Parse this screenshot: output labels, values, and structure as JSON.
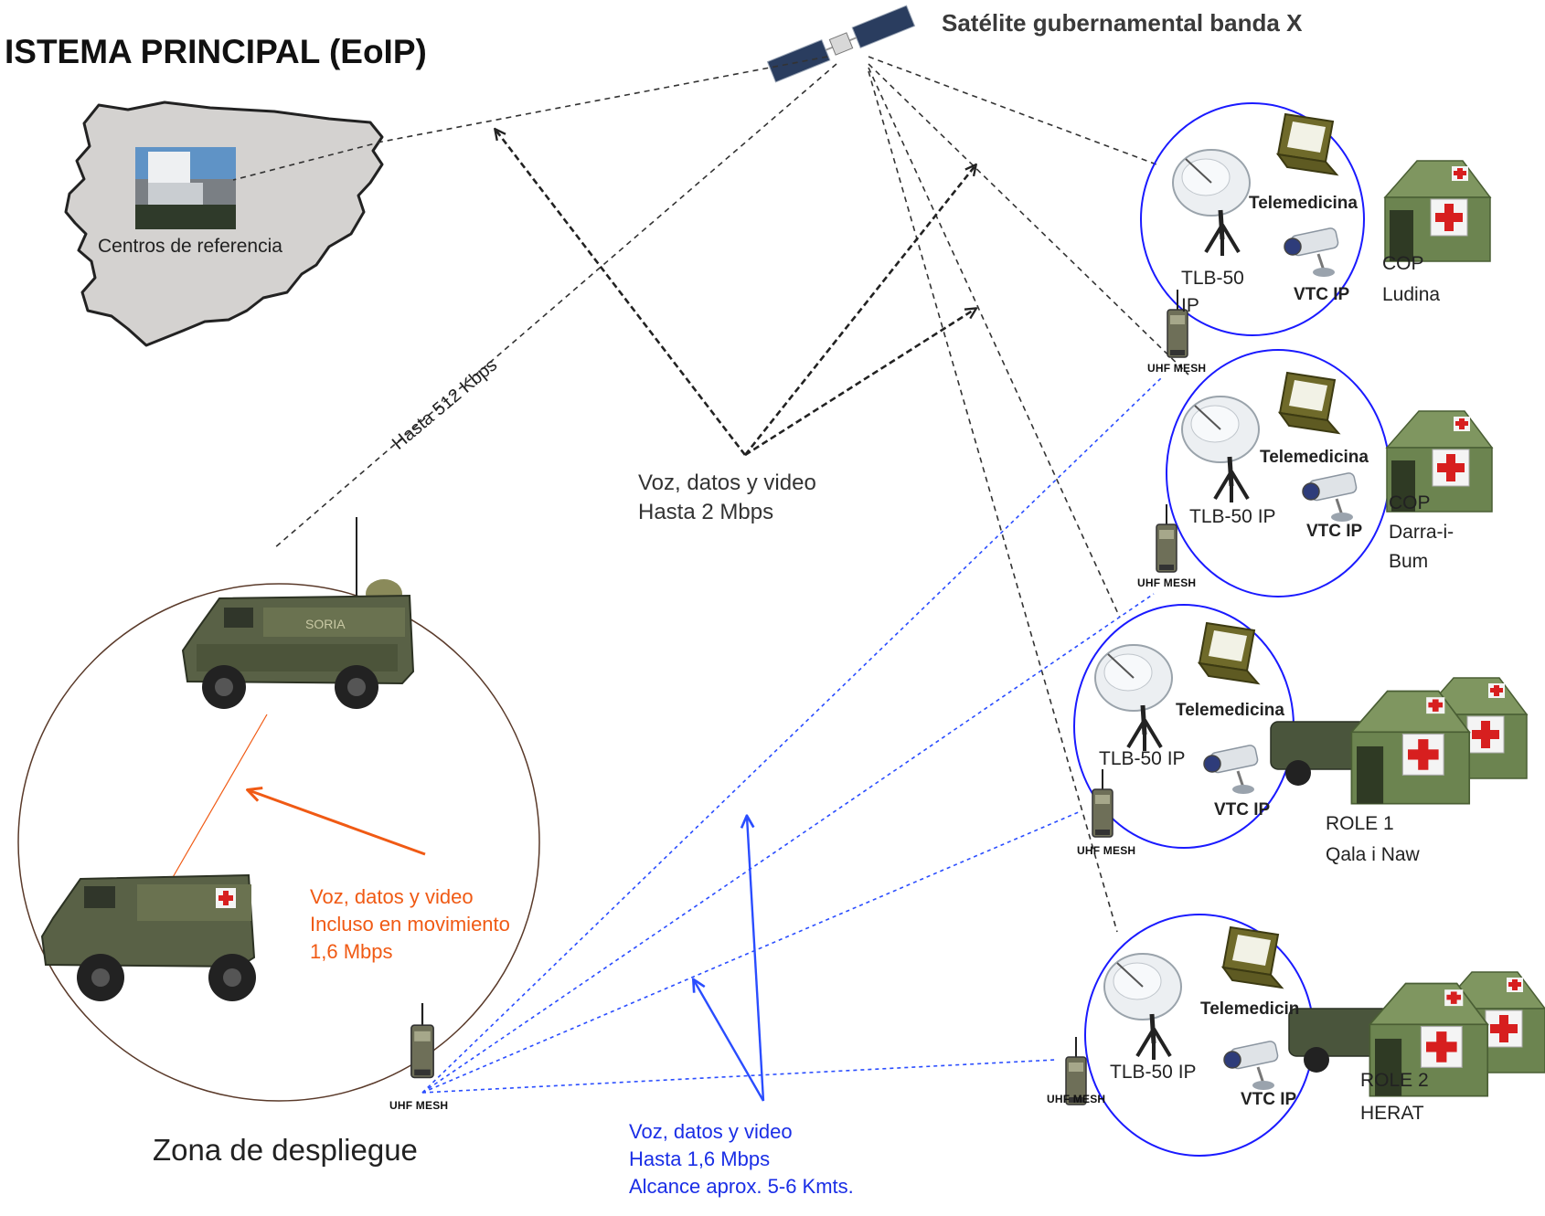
{
  "title": "ISTEMA PRINCIPAL (EoIP)",
  "satellite_label": "Satélite gubernamental  banda X",
  "reference": {
    "label": "Centros de referencia"
  },
  "links": {
    "vehicle_satellite": "Hasta 512 Kbps",
    "satellite_link": "Voz, datos y video\nHasta 2 Mbps",
    "mesh_link": "Voz, datos y video\nHasta 1,6 Mbps\nAlcance aprox. 5-6 Kmts.",
    "vehicle_link": "Voz, datos y video\nIncluso en movimiento\n1,6 Mbps"
  },
  "deployment_zone": {
    "label": "Zona de despliegue",
    "vehicle_marking": "SORIA",
    "radio_label": "UHF MESH"
  },
  "sites": [
    {
      "terminal": "TLB-50\nIP",
      "telemed": "Telemedicina",
      "vtc": "VTC IP",
      "name": "COP\nLudina",
      "radio": "UHF MESH"
    },
    {
      "terminal": "TLB-50 IP",
      "telemed": "Telemedicina",
      "vtc": "VTC IP",
      "name": "COP\nDarra-i-\nBum",
      "radio": "UHF MESH"
    },
    {
      "terminal": "TLB-50 IP",
      "telemed": "Telemedicina",
      "vtc": "VTC IP",
      "name": "ROLE 1\nQala i Naw",
      "radio": "UHF MESH"
    },
    {
      "terminal": "TLB-50 IP",
      "telemed": "Telemedicin",
      "vtc": "VTC IP",
      "name": "ROLE 2\nHERAT",
      "radio": "UHF MESH"
    }
  ],
  "colors": {
    "satellite_link": "#333333",
    "mesh_link": "#2a4dff",
    "vehicle_link": "#f05a14",
    "site_circle": "#1a1aff",
    "zone_circle": "#5a3a2a",
    "map_fill": "#d4d2d0"
  }
}
